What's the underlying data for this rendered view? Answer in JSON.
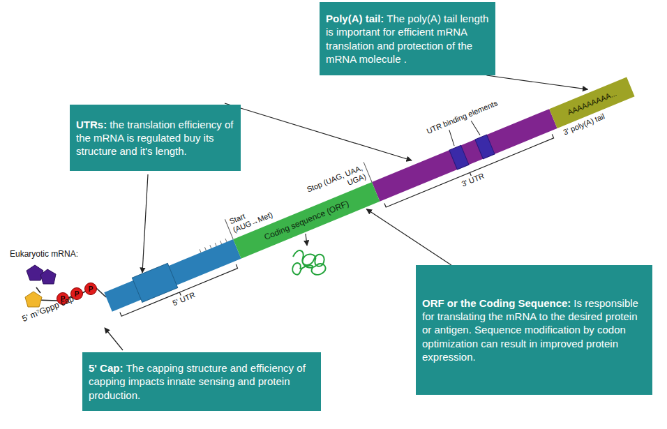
{
  "diagram": {
    "nodes": [
      {
        "text": [
          "Poly(A) tail:",
          "The poly(A) tail length is important for efficient mRNA translation and protection of the mRNA molecule ."
        ]
      },
      {
        "text": [
          "UTRs:",
          "the translation efficiency of the mRNA is regulated buy its structure and it's length."
        ]
      },
      {
        "text": [
          "AAAAAAAAA...",
          "3' poly(A) tail"
        ]
      },
      {
        "text": [
          "Coding sequence (ORF)"
        ]
      },
      {
        "text": [
          "P"
        ]
      },
      {
        "text": [
          "P"
        ]
      },
      {
        "text": [
          "P"
        ]
      },
      {
        "text": [
          "ORF or the Coding Sequence:",
          "Is responsible for translating the mRNA to the desired protein or antigen. Sequence modification by codon optimization can result in improved protein expression."
        ]
      },
      {
        "text": [
          "5' Cap:",
          "The capping structure and efficiency of capping impacts innate sensing and protein production."
        ]
      }
    ],
    "edges": [
      {
        "from": 0,
        "to": 2,
        "arrow": "to"
      },
      {
        "from": 7,
        "to": 3,
        "arrow": "to"
      }
    ],
    "labels": [
      "Eukaryotic mRNA:",
      "5' m⁷Gppp cap",
      "5' UTR",
      "Start (AUG→Met)",
      "Stop (UAG, UAA, UGA)",
      "UTR binding elements",
      "3' UTR"
    ]
  }
}
